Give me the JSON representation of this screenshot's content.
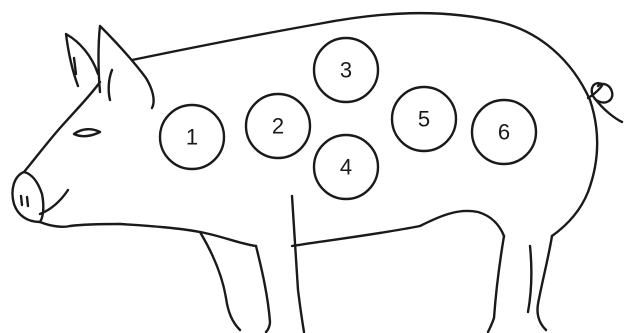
{
  "diagram": {
    "regions": [
      {
        "label": "1"
      },
      {
        "label": "2"
      },
      {
        "label": "3"
      },
      {
        "label": "4"
      },
      {
        "label": "5"
      },
      {
        "label": "6"
      }
    ]
  },
  "colors": {
    "line": "#1a1a1a",
    "background": "#ffffff"
  }
}
